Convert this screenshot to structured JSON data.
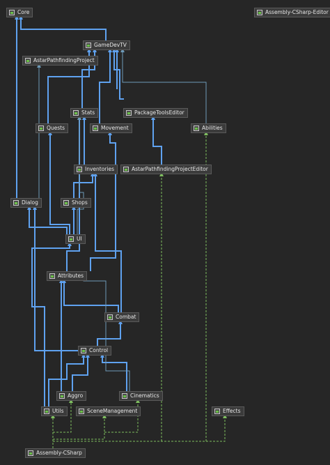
{
  "diagram": {
    "nodes": [
      {
        "id": "core",
        "label": "Core"
      },
      {
        "id": "editor",
        "label": "Assembly-CSharp-Editor"
      },
      {
        "id": "gamedevtv",
        "label": "GameDevTV"
      },
      {
        "id": "astar",
        "label": "AstarPathfindingProject"
      },
      {
        "id": "stats",
        "label": "Stats"
      },
      {
        "id": "pkgtools",
        "label": "PackageToolsEditor"
      },
      {
        "id": "quests",
        "label": "Quests"
      },
      {
        "id": "movement",
        "label": "Movement"
      },
      {
        "id": "abilities",
        "label": "Abilities"
      },
      {
        "id": "inventories",
        "label": "Inventories"
      },
      {
        "id": "astareditor",
        "label": "AstarPathfindingProjectEditor"
      },
      {
        "id": "dialog",
        "label": "Dialog"
      },
      {
        "id": "shops",
        "label": "Shops"
      },
      {
        "id": "ui",
        "label": "UI"
      },
      {
        "id": "attributes",
        "label": "Attributes"
      },
      {
        "id": "combat",
        "label": "Combat"
      },
      {
        "id": "control",
        "label": "Control"
      },
      {
        "id": "aggro",
        "label": "Aggro"
      },
      {
        "id": "cinematics",
        "label": "Cinematics"
      },
      {
        "id": "utils",
        "label": "Utils"
      },
      {
        "id": "scenemgmt",
        "label": "SceneManagement"
      },
      {
        "id": "effects",
        "label": "Effects"
      },
      {
        "id": "csharp",
        "label": "Assembly-CSharp"
      }
    ],
    "icon": "assembly-icon",
    "colors": {
      "background": "#262626",
      "strong_edge": "#5fa2f0",
      "thin_edge": "#6d9ab8",
      "dashed_edge": "#7fbf5f"
    }
  }
}
